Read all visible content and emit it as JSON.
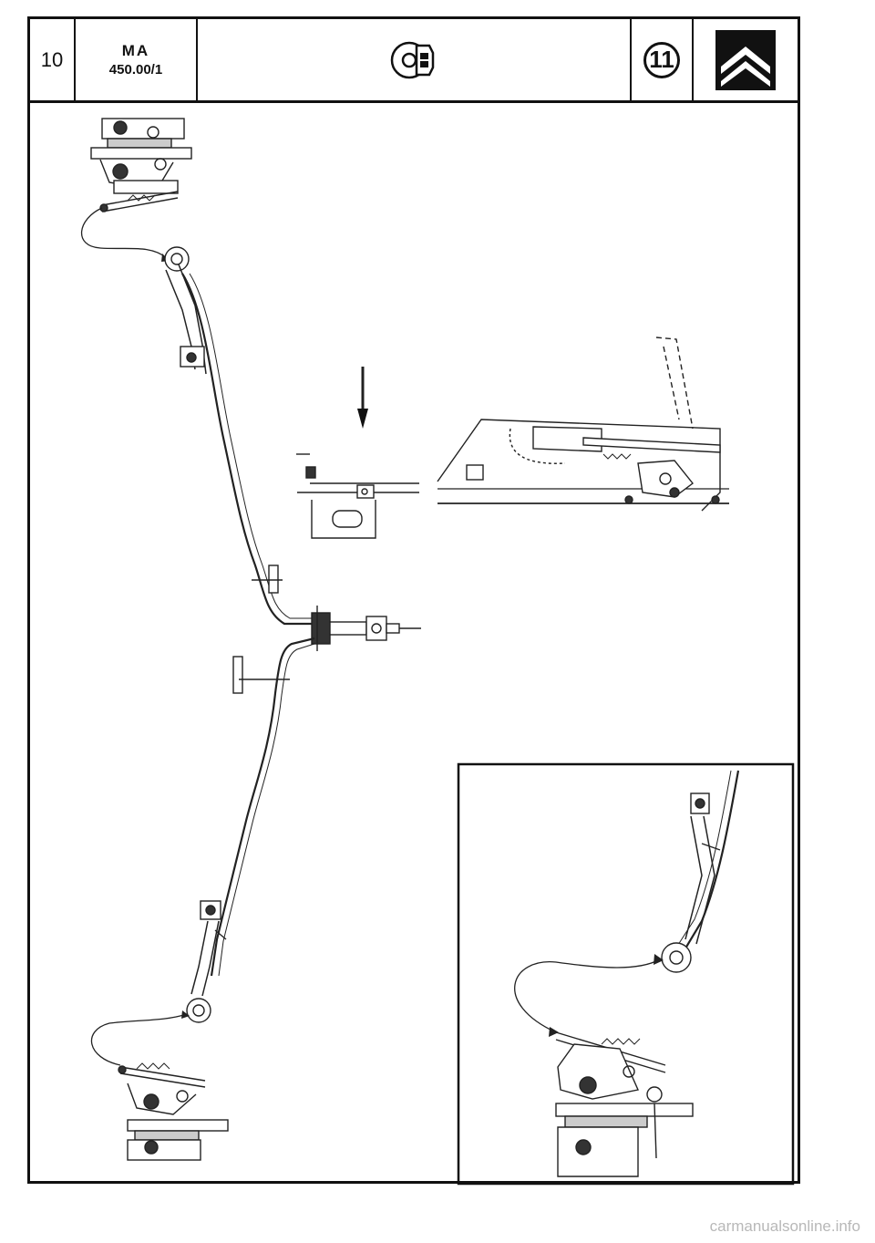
{
  "header": {
    "page_number": "10",
    "manual_code_line1": "MA",
    "manual_code_line2": "450.00/1",
    "section_icon": "brake-disc-caliper-icon",
    "section_number": "11",
    "brand_logo": "citroen-double-chevron-logo"
  },
  "figures": {
    "main": "handbrake-cable-routing-diagram",
    "detail_top": "handbrake-lever-assembly-diagram",
    "detail_inset": "rear-caliper-cable-detail-diagram"
  },
  "footer": {
    "watermark": "carmanualsonline.info"
  }
}
